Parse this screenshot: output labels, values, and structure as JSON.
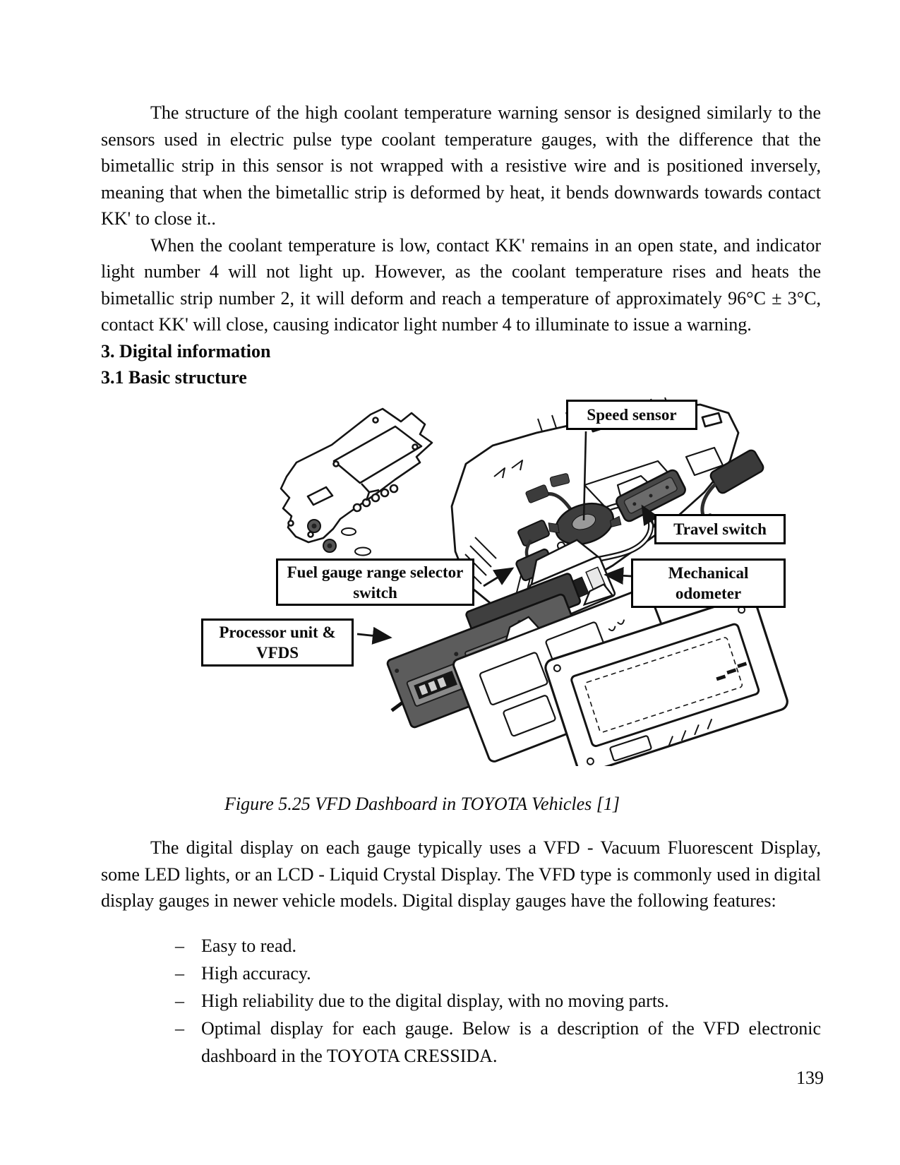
{
  "document": {
    "paragraph1": "The structure of the high coolant temperature warning sensor is designed similarly to the sensors used in electric pulse type coolant temperature gauges, with the difference that the bimetallic strip in this sensor is not wrapped with a resistive wire and is positioned inversely, meaning that when the bimetallic strip is deformed by heat, it bends downwards towards contact KK' to close it..",
    "paragraph2": "When the coolant temperature is low, contact KK' remains in an open state, and indicator light number 4 will not light up. However, as the coolant temperature rises and heats the bimetallic strip number 2, it will deform and reach a temperature of approximately 96°C ± 3°C, contact KK' will close, causing indicator light number 4 to illuminate to issue a warning.",
    "section_heading": "3. Digital information",
    "subsection_heading": "3.1 Basic structure",
    "paragraph3": "The digital display on each gauge typically uses a VFD - Vacuum Fluorescent Display, some LED lights, or an LCD - Liquid Crystal Display. The VFD type is commonly used in digital display gauges in newer vehicle models. Digital display gauges have the following features:",
    "features": {
      "marker": "–",
      "items": [
        "Easy to read.",
        "High accuracy.",
        "High reliability due to the digital display, with no moving parts.",
        "Optimal display for each gauge. Below is a description of the VFD electronic dashboard in the TOYOTA CRESSIDA."
      ]
    },
    "page_number": "139"
  },
  "figure": {
    "caption": "Figure 5.25 VFD Dashboard in TOYOTA Vehicles [1]",
    "labels": {
      "speed_sensor": "Speed sensor",
      "travel_switch": "Travel switch",
      "fuel_gauge_range_selector_switch": "Fuel gauge range selector switch",
      "mechanical_odometer": "Mechanical odometer",
      "processor_unit_vfds": "Processor unit & VFDS"
    },
    "line_color": "#141414"
  }
}
